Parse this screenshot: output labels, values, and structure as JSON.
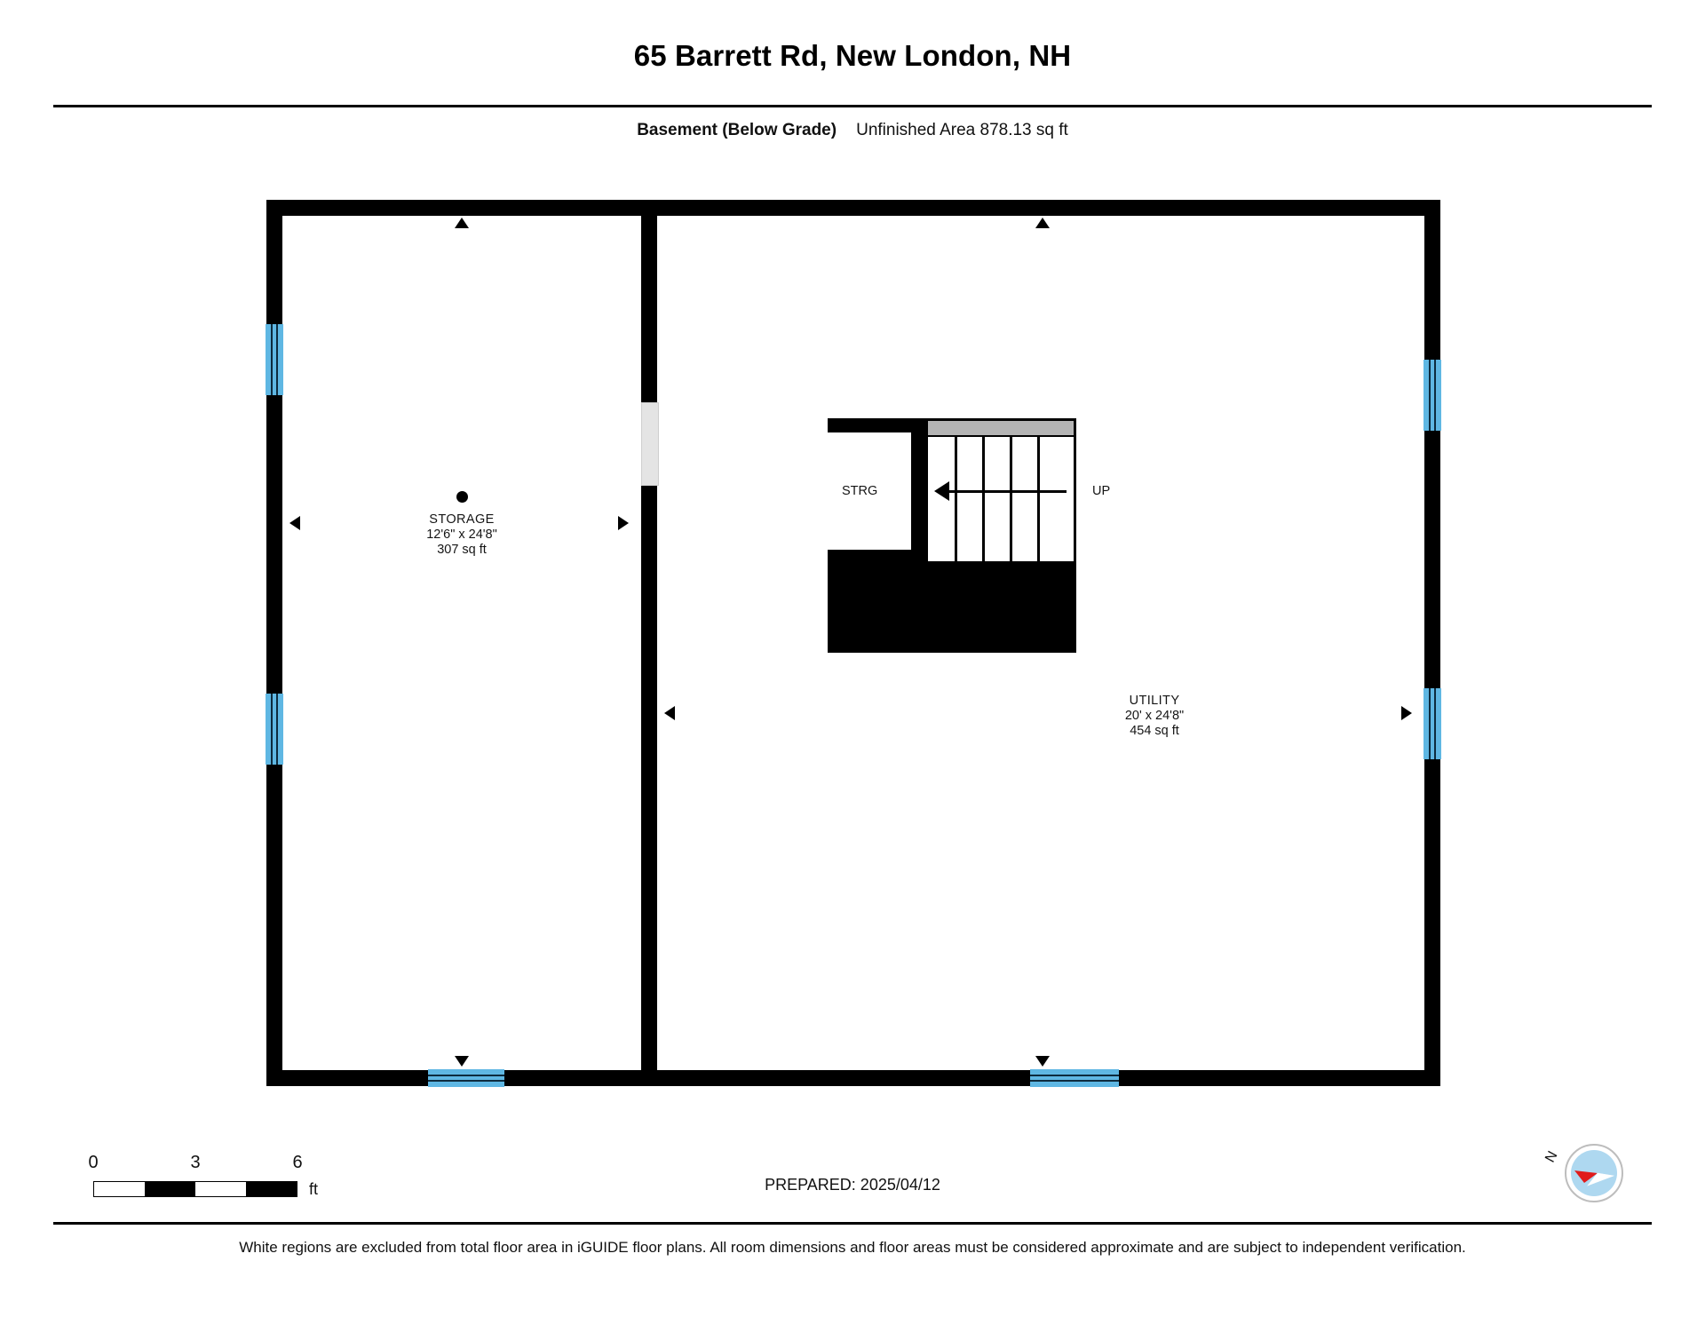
{
  "header": {
    "title": "65 Barrett Rd, New London, NH",
    "level_label": "Basement (Below Grade)",
    "area_label": "Unfinished Area 878.13 sq ft"
  },
  "plan": {
    "rooms": [
      {
        "id": "storage",
        "name": "STORAGE",
        "dimensions": "12'6\" x 24'8\"",
        "area": "307 sq ft"
      },
      {
        "id": "utility",
        "name": "UTILITY",
        "dimensions": "20' x 24'8\"",
        "area": "454 sq ft"
      }
    ],
    "annotations": {
      "storage_closet": "STRG",
      "stairs_direction": "UP"
    },
    "colors": {
      "wall": "#000000",
      "window": "#5FB7E3",
      "opening": "#e4e4e4",
      "stair_head": "#b4b4b4"
    }
  },
  "footer": {
    "scale_ticks": [
      "0",
      "3",
      "6"
    ],
    "scale_unit": "ft",
    "prepared": "PREPARED: 2025/04/12",
    "compass_label": "N",
    "disclaimer": "White regions are excluded from total floor area in iGUIDE floor plans. All room dimensions and floor areas must be considered approximate and are subject to independent verification."
  }
}
